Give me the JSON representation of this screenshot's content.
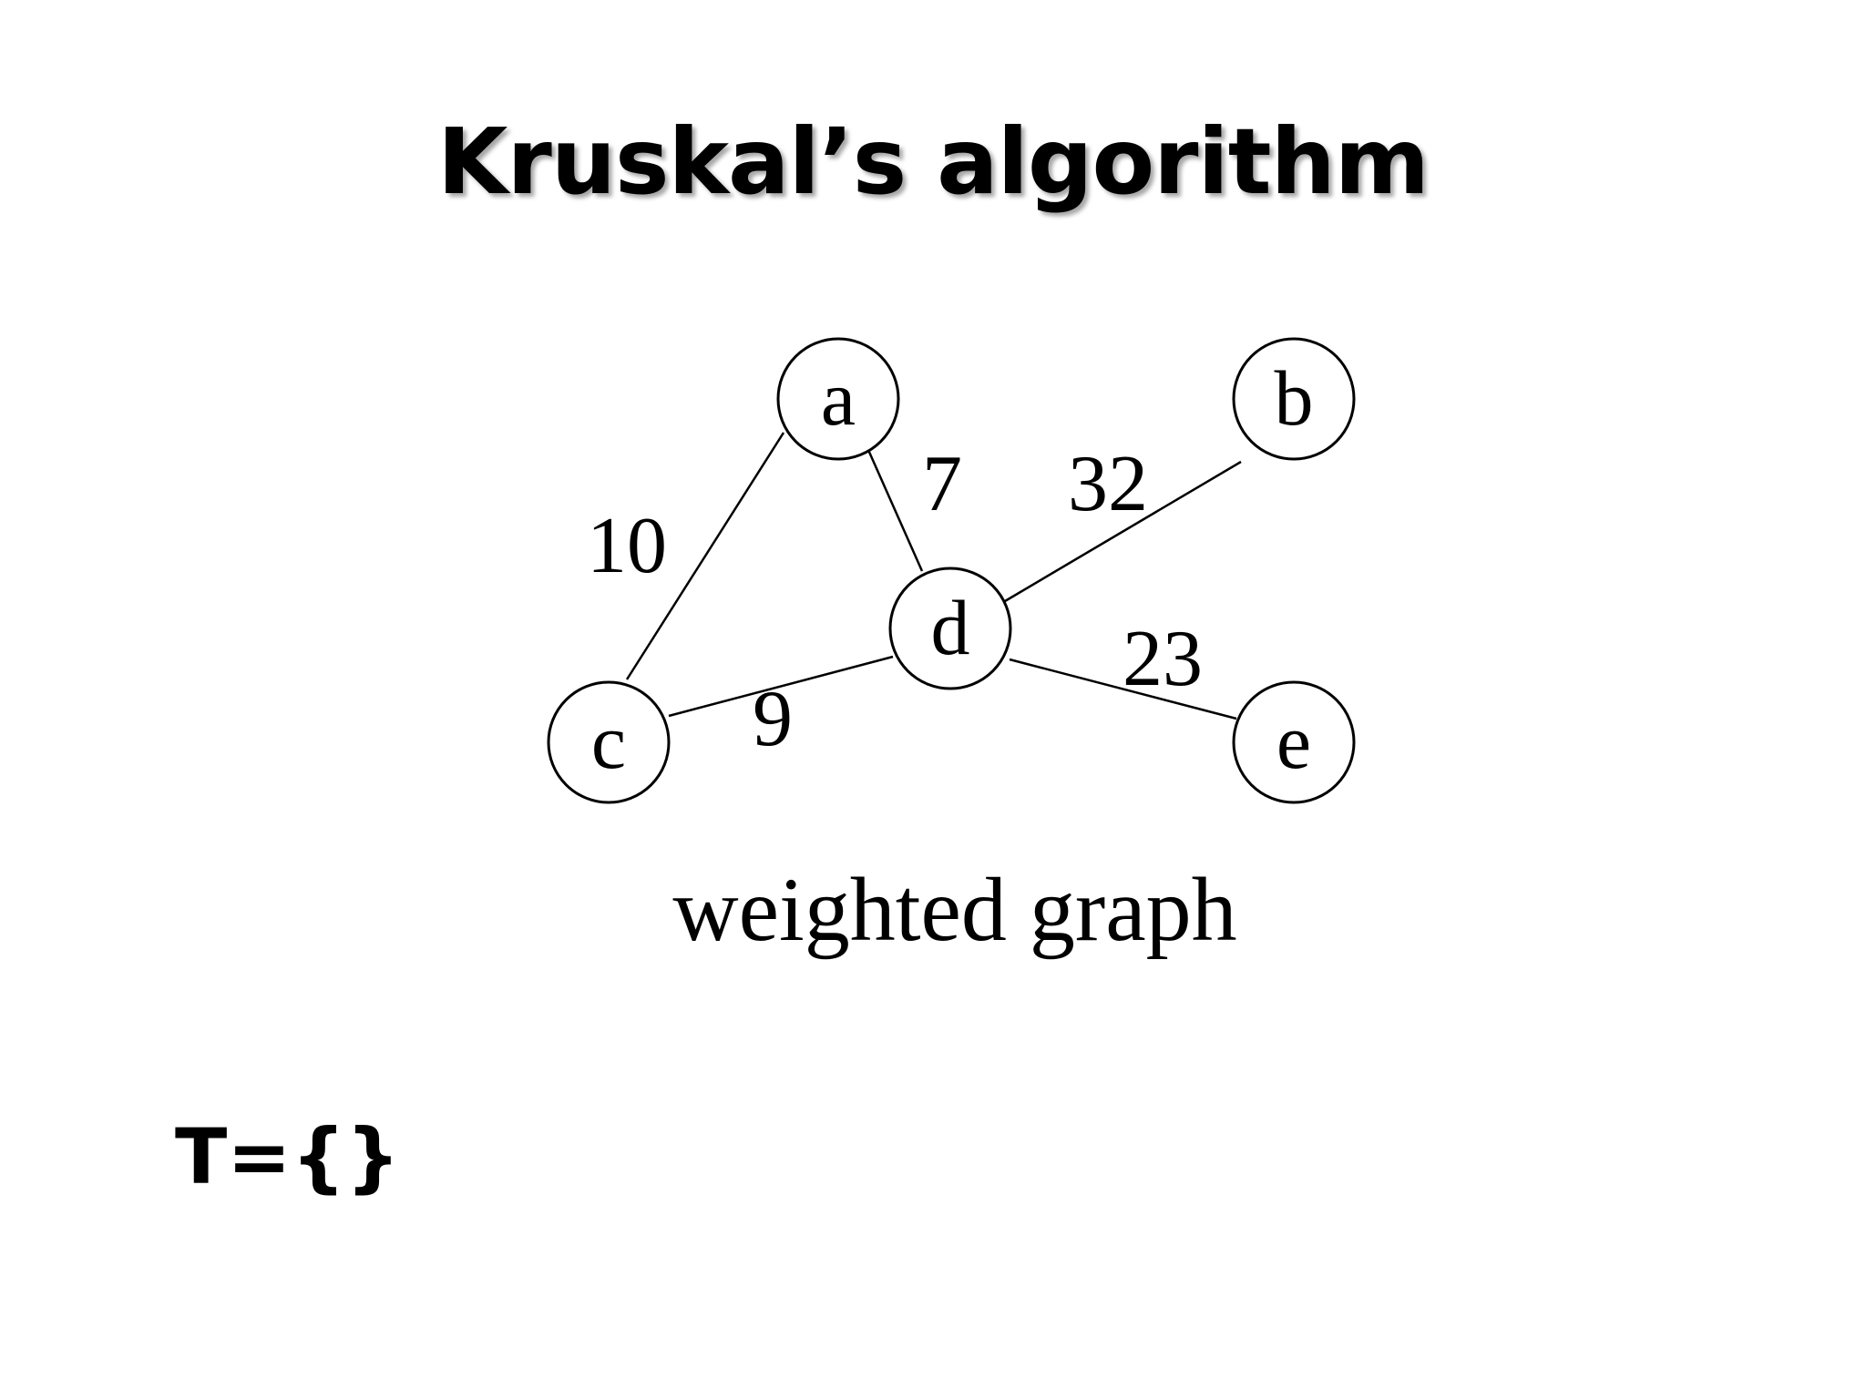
{
  "slide": {
    "title": "Kruskal’s algorithm",
    "caption": "weighted graph",
    "tree_set": "T={}"
  },
  "graph": {
    "nodes": [
      {
        "id": "a",
        "label": "a"
      },
      {
        "id": "b",
        "label": "b"
      },
      {
        "id": "c",
        "label": "c"
      },
      {
        "id": "d",
        "label": "d"
      },
      {
        "id": "e",
        "label": "e"
      }
    ],
    "edges": [
      {
        "from": "a",
        "to": "c",
        "weight": "10"
      },
      {
        "from": "a",
        "to": "d",
        "weight": "7"
      },
      {
        "from": "d",
        "to": "b",
        "weight": "32"
      },
      {
        "from": "c",
        "to": "d",
        "weight": "9"
      },
      {
        "from": "d",
        "to": "e",
        "weight": "23"
      }
    ]
  }
}
